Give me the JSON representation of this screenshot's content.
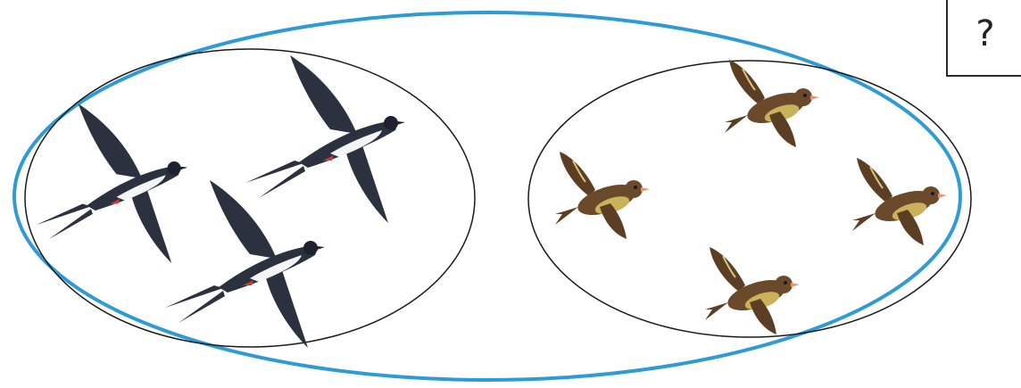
{
  "question_box": {
    "label": "?"
  },
  "colors": {
    "outer_oval": "#2f9bd6",
    "inner_oval": "#1a1a1a",
    "swallow_wing": "#2c3140",
    "swallow_belly": "#f4f4f4",
    "swallow_accent": "#d43a2a",
    "sparrow_body": "#6b4a2c",
    "sparrow_breast": "#c9b25a",
    "sparrow_beak": "#e8956b"
  },
  "groups": [
    {
      "name": "swallows",
      "bird": "swallow",
      "count": 3
    },
    {
      "name": "sparrows",
      "bird": "sparrow",
      "count": 4
    }
  ]
}
